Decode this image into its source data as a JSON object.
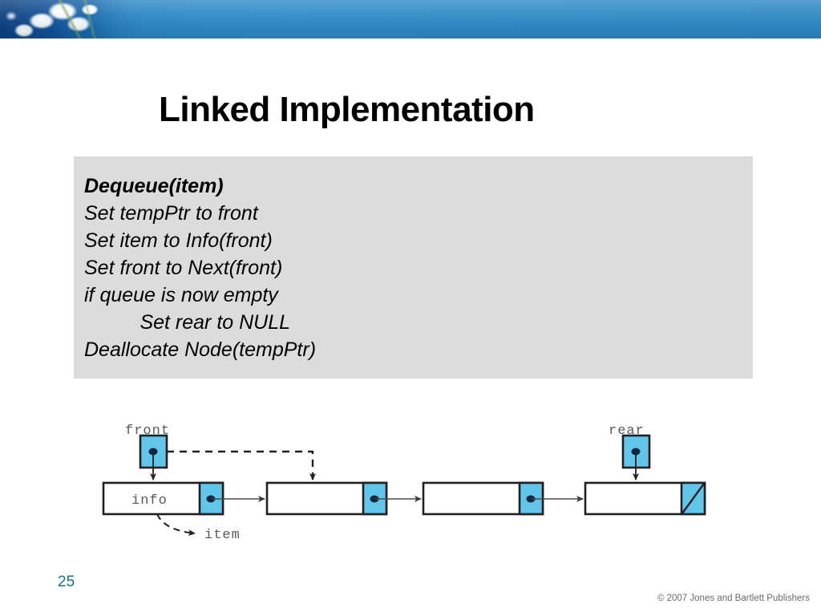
{
  "slide": {
    "title": "Linked Implementation",
    "number": "25",
    "copyright": "© 2007 Jones and Bartlett Publishers"
  },
  "banner": {
    "accent_color": "#2d88c6",
    "dark_blue": "#0d3f7d",
    "image_name": "white-flowers-photo"
  },
  "pseudocode": {
    "background_color": "#dcdcdc",
    "lines": [
      {
        "text": "Dequeue(item)",
        "bold": true
      },
      {
        "text": "Set tempPtr to front",
        "bold": false
      },
      {
        "text": "Set item to Info(front)",
        "bold": false
      },
      {
        "text": "Set front to Next(front)",
        "bold": false
      },
      {
        "text": "if queue is now empty",
        "bold": false
      },
      {
        "text": "          Set rear to NULL",
        "bold": false
      },
      {
        "text": "Deallocate Node(tempPtr)",
        "bold": false
      }
    ]
  },
  "diagram": {
    "pointer_fill_color": "#62c5ea",
    "node_border_color": "#231f20",
    "labels": {
      "front": "front",
      "rear": "rear",
      "item": "item",
      "info": "info"
    },
    "nodes": [
      {
        "id": "node-1",
        "info_text": "info",
        "next": "node-2",
        "null_next": false
      },
      {
        "id": "node-2",
        "info_text": "",
        "next": "node-3",
        "null_next": false
      },
      {
        "id": "node-3",
        "info_text": "",
        "next": "node-4",
        "null_next": false
      },
      {
        "id": "node-4",
        "info_text": "",
        "next": null,
        "null_next": true
      }
    ],
    "pointers": [
      {
        "name": "front",
        "solid_target": "node-1",
        "dashed_target": "node-2"
      },
      {
        "name": "rear",
        "solid_target": "node-4",
        "dashed_target": null
      }
    ],
    "item_arrow": {
      "from": "node-1-info",
      "to": "item",
      "style": "dashed-curve"
    }
  }
}
